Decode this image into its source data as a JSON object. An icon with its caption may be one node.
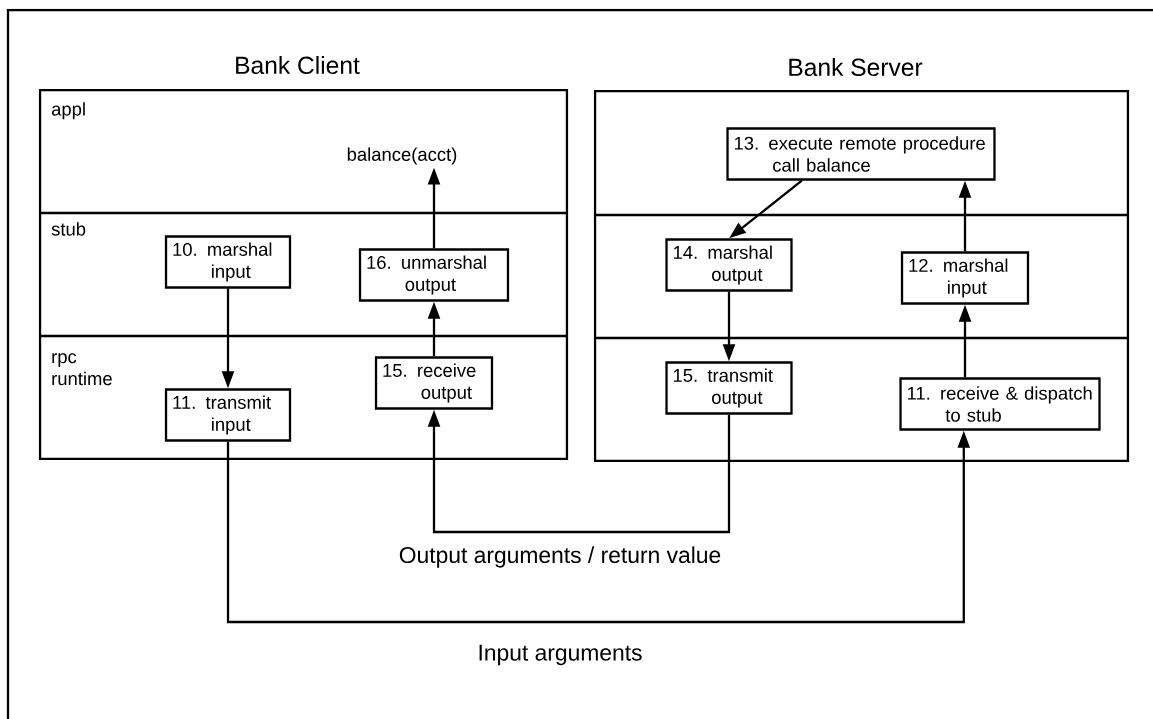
{
  "diagram": {
    "nodes": [
      {
        "text": [
          "Bank Client"
        ]
      },
      {
        "text": [
          "Bank Server"
        ]
      },
      {
        "text": [
          "balance(acct)"
        ],
        "in": 0
      },
      {
        "text": [
          "10. marshal input"
        ],
        "in": 0
      },
      {
        "text": [
          "16. unmarshal output"
        ],
        "in": 0
      },
      {
        "text": [
          "11. transmit input"
        ],
        "in": 0
      },
      {
        "text": [
          "15. receive output"
        ],
        "in": 0
      },
      {
        "text": [
          "13. execute remote procedure call balance"
        ],
        "in": 1
      },
      {
        "text": [
          "14. marshal output"
        ],
        "in": 1
      },
      {
        "text": [
          "12. marshal input"
        ],
        "in": 1
      },
      {
        "text": [
          "15. transmit output"
        ],
        "in": 1
      },
      {
        "text": [
          "11. receive & dispatch to stub"
        ],
        "in": 1
      }
    ],
    "edges": [
      {
        "from": 3,
        "to": 5,
        "arrow": "to"
      },
      {
        "from": 6,
        "to": 4,
        "arrow": "to"
      },
      {
        "from": 4,
        "to": 2,
        "arrow": "to"
      },
      {
        "from": 7,
        "to": 8,
        "arrow": "to"
      },
      {
        "from": 8,
        "to": 10,
        "arrow": "to"
      },
      {
        "from": 11,
        "to": 9,
        "arrow": "to"
      },
      {
        "from": 9,
        "to": 7,
        "arrow": "to"
      },
      {
        "from": 10,
        "to": 6,
        "arrow": "to",
        "label": "Output arguments / return value"
      },
      {
        "from": 5,
        "to": 11,
        "arrow": "to",
        "label": "Input arguments"
      }
    ],
    "labels": [
      "appl",
      "stub",
      "rpc runtime"
    ]
  }
}
